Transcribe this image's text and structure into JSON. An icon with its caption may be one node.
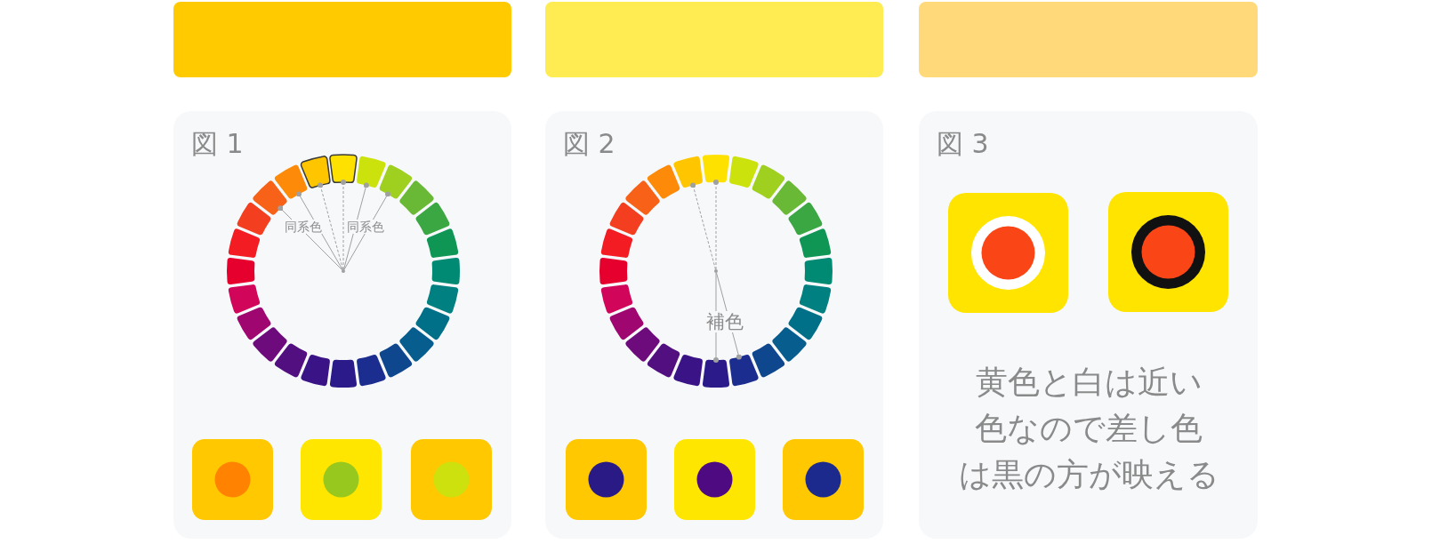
{
  "diagram": {
    "nodes": [
      {
        "text": [],
        "shape": "bar"
      },
      {
        "text": [],
        "shape": "bar"
      },
      {
        "text": [],
        "shape": "bar"
      },
      {
        "text": [
          "図 1"
        ]
      },
      {
        "text": [],
        "shape": "box",
        "in": 3
      },
      {
        "text": [],
        "shape": "box",
        "in": 3
      },
      {
        "text": [],
        "shape": "box",
        "in": 3
      },
      {
        "text": [],
        "shape": "box",
        "in": 3
      },
      {
        "text": [],
        "shape": "box",
        "in": 3
      },
      {
        "text": [],
        "shape": "box",
        "in": 3
      },
      {
        "text": [],
        "shape": "box",
        "in": 3
      },
      {
        "text": [],
        "shape": "box",
        "in": 3
      },
      {
        "text": [],
        "shape": "box",
        "in": 3
      },
      {
        "text": [],
        "shape": "box",
        "in": 3
      },
      {
        "text": [],
        "shape": "box",
        "in": 3
      },
      {
        "text": [],
        "shape": "box",
        "in": 3
      },
      {
        "text": [],
        "shape": "box",
        "in": 3
      },
      {
        "text": [],
        "shape": "box",
        "in": 3
      },
      {
        "text": [],
        "shape": "box",
        "in": 3
      },
      {
        "text": [],
        "shape": "box",
        "in": 3
      },
      {
        "text": [],
        "shape": "box",
        "in": 3
      },
      {
        "text": [],
        "shape": "box",
        "in": 3
      },
      {
        "text": [],
        "shape": "box",
        "in": 3
      },
      {
        "text": [],
        "shape": "box",
        "in": 3
      },
      {
        "text": [],
        "shape": "box",
        "in": 3
      },
      {
        "text": [],
        "shape": "box",
        "in": 3
      },
      {
        "text": [],
        "shape": "box",
        "in": 3
      },
      {
        "text": [],
        "shape": "box",
        "in": 3
      },
      {
        "text": [
          "同系色"
        ],
        "in": 3
      },
      {
        "text": [
          "同系色"
        ],
        "in": 3
      },
      {
        "text": [],
        "shape": "circle",
        "in": 3
      },
      {
        "text": [],
        "shape": "picture",
        "in": 3
      },
      {
        "text": [],
        "shape": "picture",
        "in": 3
      },
      {
        "text": [],
        "shape": "picture",
        "in": 3
      },
      {
        "text": [
          "図 2"
        ]
      },
      {
        "text": [],
        "shape": "box",
        "in": 34
      },
      {
        "text": [],
        "shape": "box",
        "in": 34
      },
      {
        "text": [],
        "shape": "box",
        "in": 34
      },
      {
        "text": [],
        "shape": "box",
        "in": 34
      },
      {
        "text": [],
        "shape": "box",
        "in": 34
      },
      {
        "text": [],
        "shape": "box",
        "in": 34
      },
      {
        "text": [],
        "shape": "box",
        "in": 34
      },
      {
        "text": [],
        "shape": "box",
        "in": 34
      },
      {
        "text": [],
        "shape": "box",
        "in": 34
      },
      {
        "text": [],
        "shape": "box",
        "in": 34
      },
      {
        "text": [],
        "shape": "box",
        "in": 34
      },
      {
        "text": [],
        "shape": "box",
        "in": 34
      },
      {
        "text": [],
        "shape": "box",
        "in": 34
      },
      {
        "text": [],
        "shape": "box",
        "in": 34
      },
      {
        "text": [],
        "shape": "box",
        "in": 34
      },
      {
        "text": [],
        "shape": "box",
        "in": 34
      },
      {
        "text": [],
        "shape": "box",
        "in": 34
      },
      {
        "text": [],
        "shape": "box",
        "in": 34
      },
      {
        "text": [],
        "shape": "box",
        "in": 34
      },
      {
        "text": [],
        "shape": "box",
        "in": 34
      },
      {
        "text": [],
        "shape": "box",
        "in": 34
      },
      {
        "text": [],
        "shape": "box",
        "in": 34
      },
      {
        "text": [],
        "shape": "box",
        "in": 34
      },
      {
        "text": [],
        "shape": "box",
        "in": 34
      },
      {
        "text": [],
        "shape": "circle",
        "in": 34
      },
      {
        "text": [
          "補色"
        ],
        "in": 34
      },
      {
        "text": [],
        "shape": "picture",
        "in": 34
      },
      {
        "text": [],
        "shape": "picture",
        "in": 34
      },
      {
        "text": [],
        "shape": "picture",
        "in": 34
      },
      {
        "text": [
          "図 3",
          "黄色と白は近い色なので差し色は黒の方が映える"
        ]
      },
      {
        "text": [],
        "shape": "picture",
        "in": 64
      },
      {
        "text": [],
        "shape": "picture",
        "in": 64
      }
    ],
    "edges": [
      {
        "from": 30,
        "to": 27,
        "arrow": "other",
        "style": "dashed"
      },
      {
        "from": 30,
        "to": 4,
        "arrow": "other",
        "style": "dashed"
      },
      {
        "from": 30,
        "to": 28,
        "arrow": "none"
      },
      {
        "from": 30,
        "to": 28,
        "arrow": "none"
      },
      {
        "from": 28,
        "to": 25,
        "arrow": "other"
      },
      {
        "from": 28,
        "to": 26,
        "arrow": "other"
      },
      {
        "from": 30,
        "to": 29,
        "arrow": "none"
      },
      {
        "from": 30,
        "to": 29,
        "arrow": "none"
      },
      {
        "from": 29,
        "to": 5,
        "arrow": "other"
      },
      {
        "from": 29,
        "to": 6,
        "arrow": "other"
      },
      {
        "from": 59,
        "to": 35,
        "arrow": "other",
        "style": "dashed"
      },
      {
        "from": 59,
        "to": 58,
        "arrow": "other",
        "style": "dashed"
      },
      {
        "from": 59,
        "to": 60,
        "arrow": "none"
      },
      {
        "from": 59,
        "to": 60,
        "arrow": "none"
      },
      {
        "from": 60,
        "to": 47,
        "arrow": "other"
      },
      {
        "from": 60,
        "to": 46,
        "arrow": "other"
      }
    ]
  }
}
